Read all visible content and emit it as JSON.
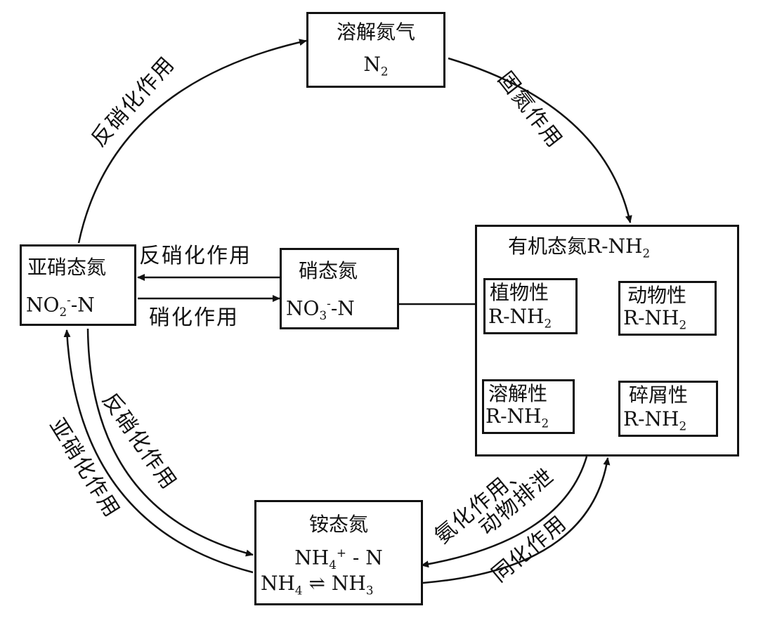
{
  "nodes": {
    "n2": {
      "title": "溶解氮气",
      "formula": "N",
      "sub": "2"
    },
    "organic": {
      "title": "有机态氮R-NH",
      "sub": "2"
    },
    "plant": {
      "title": "植物性",
      "formula": "R-NH",
      "sub": "2"
    },
    "animal": {
      "title": "动物性",
      "formula": "R-NH",
      "sub": "2"
    },
    "dissolved": {
      "title": "溶解性",
      "formula": "R-NH",
      "sub": "2"
    },
    "detritus": {
      "title": "碎屑性",
      "formula": "R-NH",
      "sub": "2"
    },
    "nitrite": {
      "title": "亚硝态氮",
      "formula_pre": "NO",
      "sub": "2",
      "sup": "-",
      "formula_post": "-N"
    },
    "nitrate": {
      "title": "硝态氮",
      "formula_pre": "NO",
      "sub": "3",
      "sup": "-",
      "formula_post": "-N"
    },
    "ammonium": {
      "title": "铵态氮",
      "line2_pre": "NH",
      "line2_sub": "4",
      "line2_sup": "+",
      "line2_post": " - N",
      "eq_left": "NH",
      "eq_left_sub": "4",
      "eq_arrow": "⇌",
      "eq_right": "NH",
      "eq_right_sub": "3"
    }
  },
  "labels": {
    "fixation": "固氮作用",
    "denit_outer": "反硝化作用",
    "denit_middle": "反硝化作用",
    "nitrification": "硝化作用",
    "denit_lower": "反硝化作用",
    "nitritation": "亚硝化作用",
    "ammonification": "氨化作用、",
    "excretion": "动物排泄",
    "assimilation": "同化作用"
  }
}
